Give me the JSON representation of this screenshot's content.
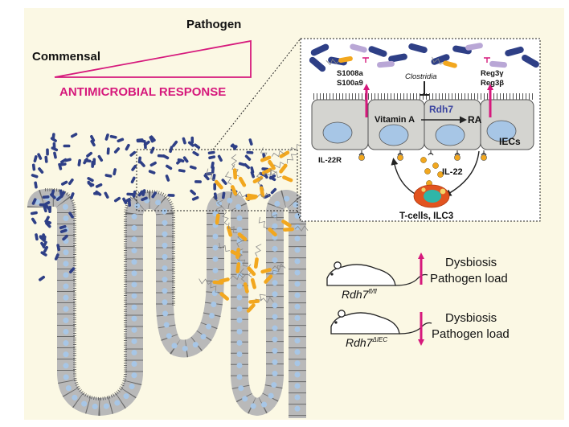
{
  "gradient": {
    "pathogen_label": "Pathogen",
    "commensal_label": "Commensal",
    "response_label": "ANTIMICROBIAL RESPONSE"
  },
  "inset": {
    "s1008a": "S1008a",
    "s100a9": "S100a9",
    "clostridia": "Clostridia",
    "reg3g": "Reg3γ",
    "reg3b": "Reg3β",
    "vitamin_a": "Vitamin A",
    "rdh7": "Rdh7",
    "ra": "RA",
    "iecs": "IECs",
    "il22r": "IL-22R",
    "il22": "IL-22",
    "tcells": "T-cells, ILC3"
  },
  "legend": {
    "flox": {
      "genotype": "Rdh7",
      "superscript": "fl/fl",
      "line1": "Dysbiosis",
      "line2": "Pathogen load",
      "direction": "up"
    },
    "ko": {
      "genotype": "Rdh7",
      "superscript": "ΔIEC",
      "line1": "Dysbiosis",
      "line2": "Pathogen load",
      "direction": "down"
    }
  },
  "colors": {
    "background": "#fbf8e4",
    "commensal": "#2e3f86",
    "pathogen": "#f2a71e",
    "magenta": "#d6197c",
    "tissue": "#bcbcbc",
    "nucleus": "#a7c6e6",
    "rdh7_text": "#3a44a0",
    "immune_cell": "#e2531f"
  }
}
